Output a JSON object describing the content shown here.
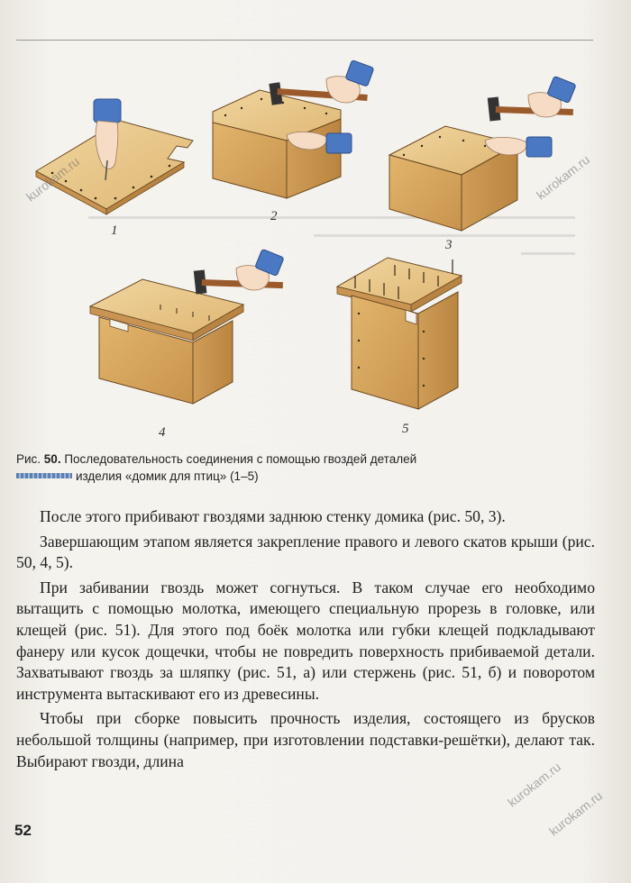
{
  "watermarks": [
    "kurokam.ru",
    "kurokam.ru",
    "kurokam.ru",
    "kurokam.ru"
  ],
  "figure": {
    "panel_numbers": [
      "1",
      "2",
      "3",
      "4",
      "5"
    ]
  },
  "caption": {
    "label": "Рис. ",
    "number": "50.",
    "text_line1": " Последовательность соединения с помощью гвоздей деталей",
    "text_line2": "изделия «домик для птиц» (1–5)"
  },
  "paragraphs": [
    "После этого прибивают гвоздями заднюю стенку домика (рис. 50, 3).",
    "Завершающим этапом является закрепление правого и левого скатов крыши (рис. 50, 4, 5).",
    "При забивании гвоздь может согнуться. В таком случае его необходимо вытащить с помощью молотка, имеющего специальную прорезь в головке, или клещей (рис. 51). Для этого под боёк молотка или губки клещей подкладывают фанеру или кусок дощечки, чтобы не повредить поверхность прибиваемой детали. Захватывают гвоздь за шляпку (рис. 51, а) или стержень (рис. 51, б) и поворотом инструмента вытаскивают его из древесины.",
    "Чтобы при сборке повысить прочность изделия, состоящего из брусков небольшой толщины (например, при изготовлении подставки-решётки), делают так. Выбирают гвозди, длина"
  ],
  "page_number": "52",
  "colors": {
    "wood_light": "#e8c98d",
    "wood_mid": "#d8ae68",
    "wood_dark": "#c4914c",
    "sleeve": "#4a78c2",
    "skin": "#f6dcc4"
  }
}
